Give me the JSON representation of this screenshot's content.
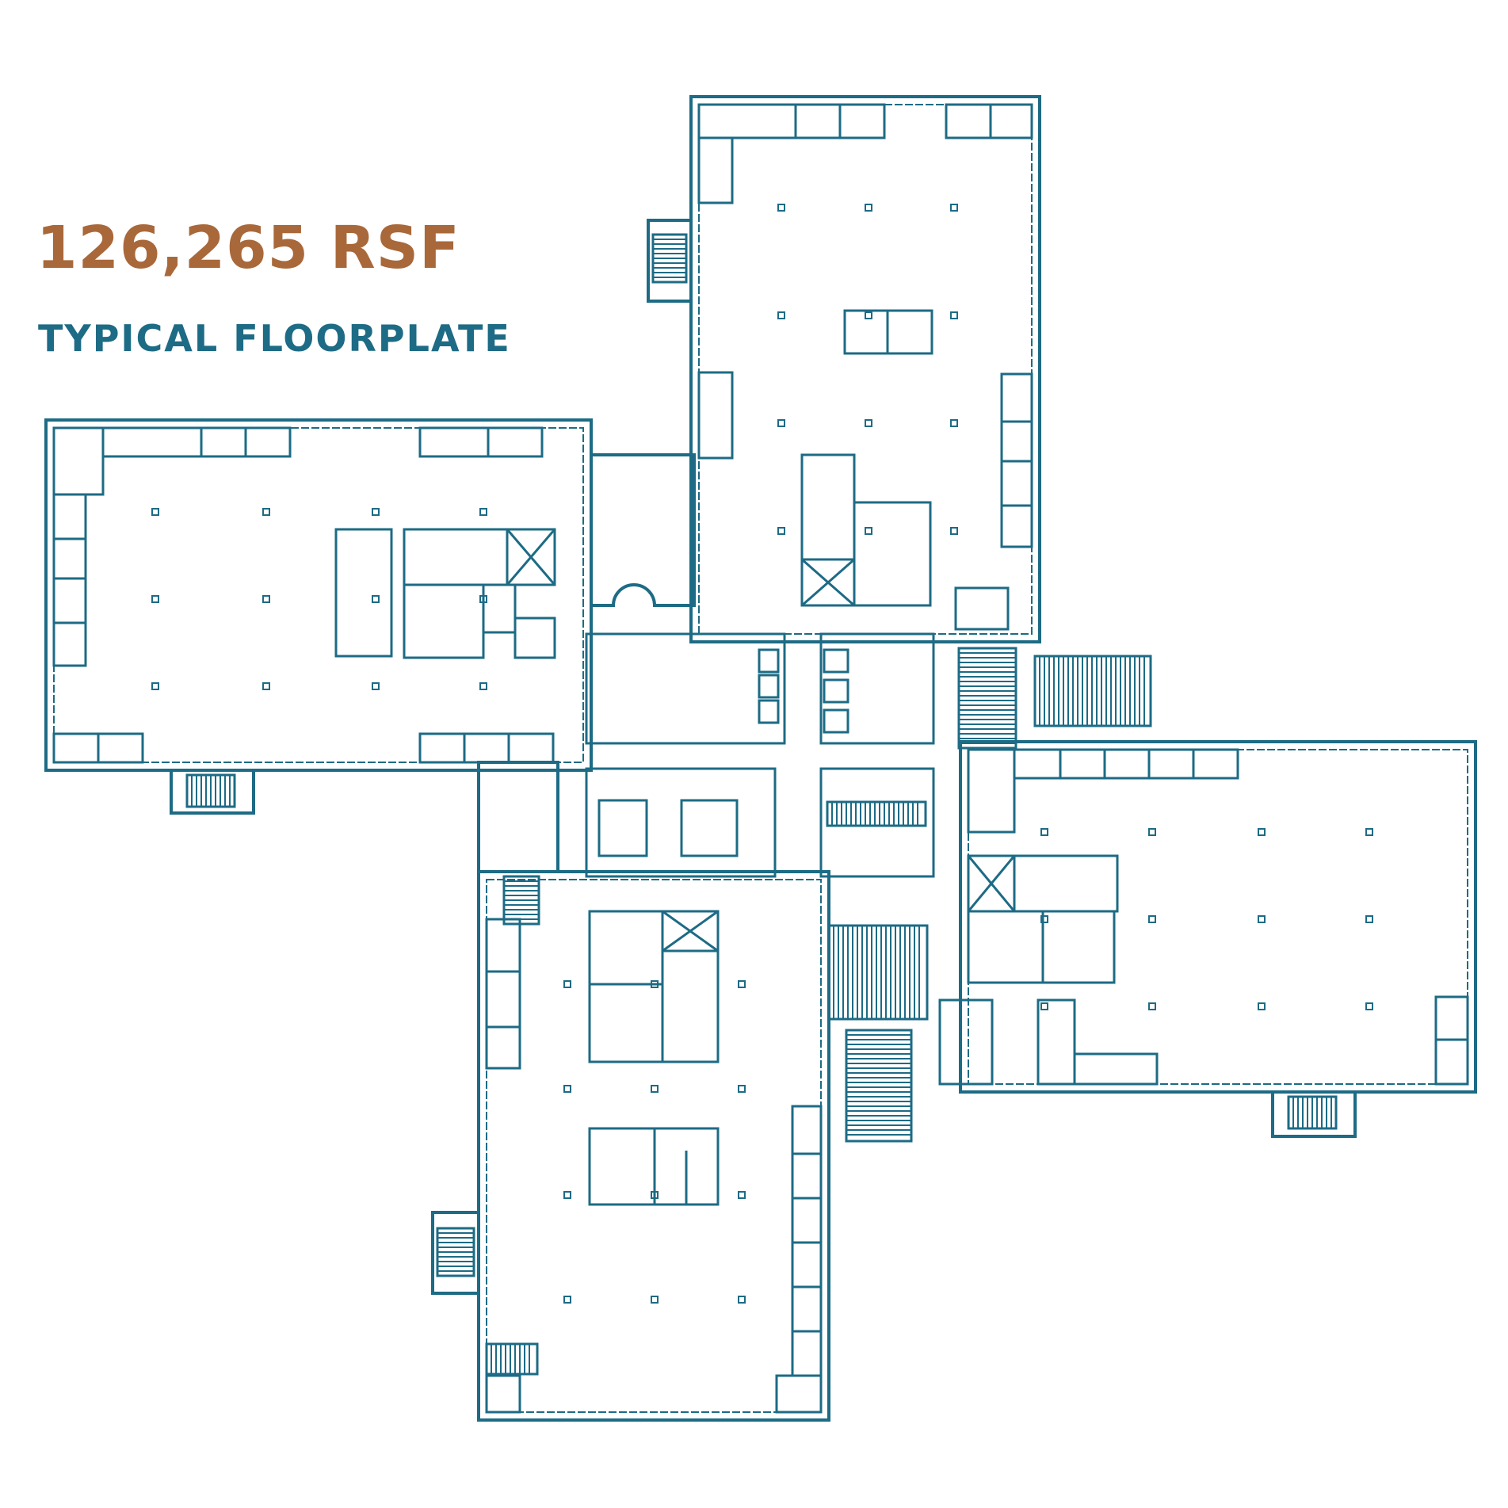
{
  "header": {
    "area": "126,265 RSF",
    "subtitle": "TYPICAL FLOORPLATE"
  },
  "colors": {
    "accent": "#a9683a",
    "plan": "#1d6b85"
  },
  "plan": {
    "wings": [
      {
        "id": "west-wing"
      },
      {
        "id": "north-wing"
      },
      {
        "id": "east-wing"
      },
      {
        "id": "south-wing"
      }
    ],
    "core_elements": [
      "restrooms",
      "elevator-banks",
      "stairs",
      "escalators"
    ]
  }
}
